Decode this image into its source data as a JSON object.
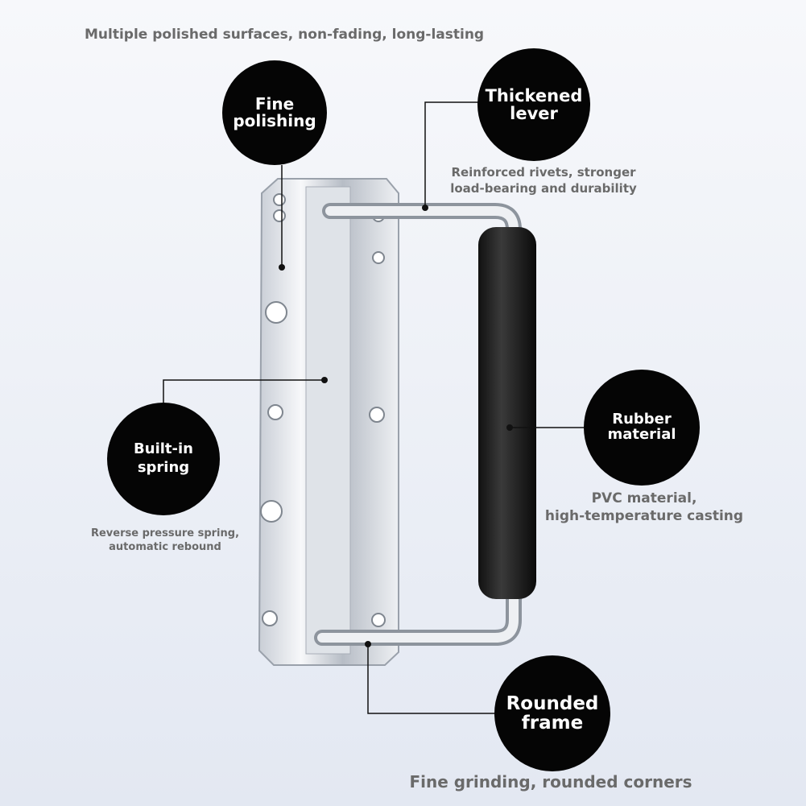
{
  "headline": "Multiple polished surfaces, non-fading, long-lasting",
  "features": {
    "fine_polishing": {
      "line1": "Fine",
      "line2": "polishing"
    },
    "thickened_lever": {
      "line1": "Thickened",
      "line2": "lever",
      "caption1": "Reinforced rivets, stronger",
      "caption2": "load-bearing and durability"
    },
    "built_in_spring": {
      "line1": "Built-in",
      "line2": "spring",
      "caption1": "Reverse pressure spring,",
      "caption2": "automatic rebound"
    },
    "rubber_material": {
      "line1": "Rubber",
      "line2": "material",
      "caption1": "PVC material,",
      "caption2": "high-temperature casting"
    },
    "rounded_frame": {
      "line1": "Rounded",
      "line2": "frame",
      "caption": "Fine grinding, rounded corners"
    }
  }
}
